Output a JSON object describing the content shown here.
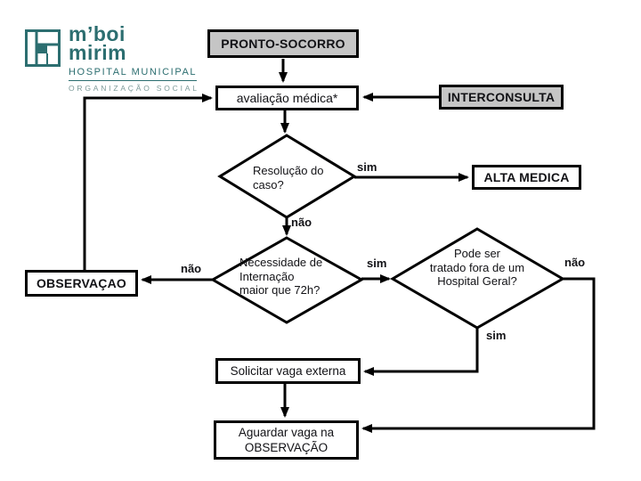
{
  "logo": {
    "brand_line1": "m’boi",
    "brand_line2": "mirim",
    "subtitle": "HOSPITAL MUNICIPAL",
    "tagline": "ORGANIZAÇÃO SOCIAL"
  },
  "nodes": {
    "pronto_socorro": {
      "label": "PRONTO-SOCORRO"
    },
    "avaliacao_medica": {
      "label": "avaliação médica*"
    },
    "interconsulta": {
      "label": "INTERCONSULTA"
    },
    "resolucao": {
      "line1": "Resolução do",
      "line2": "caso?"
    },
    "alta_medica": {
      "label": "ALTA MEDICA"
    },
    "necessidade": {
      "line1": "Necessidade de",
      "line2": "Internação",
      "line3": "maior que 72h?"
    },
    "observacao": {
      "label": "OBSERVAÇAO"
    },
    "pode_ser": {
      "line1": "Pode ser",
      "line2": "tratado fora de um",
      "line3": "Hospital Geral?"
    },
    "solicitar_vaga": {
      "label": "Solicitar vaga externa"
    },
    "aguardar_vaga": {
      "line1": "Aguardar vaga na",
      "line2": "OBSERVAÇÃO"
    }
  },
  "edges": {
    "resolucao_sim": "sim",
    "resolucao_nao": "não",
    "necessidade_nao": "não",
    "necessidade_sim": "sim",
    "pode_ser_nao": "não",
    "pode_ser_sim": "sim"
  },
  "colors": {
    "line": "#000000",
    "box_gray": "#c5c5c5",
    "box_white": "#ffffff",
    "text": "#121216",
    "teal": "#2c6e70",
    "tagline_gray": "#7d9a99"
  }
}
